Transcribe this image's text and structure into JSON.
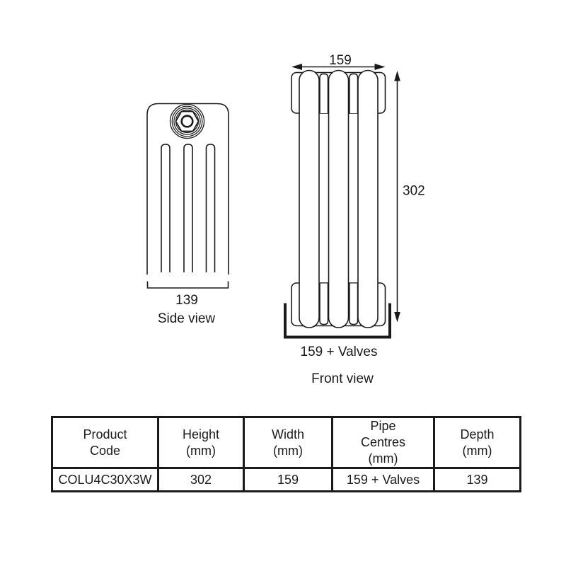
{
  "colors": {
    "line": "#1a1a1a",
    "background": "#ffffff"
  },
  "side_view": {
    "label": "Side view",
    "width_dimension": "139"
  },
  "front_view": {
    "label": "Front view",
    "width_dimension": "159",
    "height_dimension": "302",
    "pipe_centres_dimension": "159 + Valves"
  },
  "spec_table": {
    "headers": [
      "Product\nCode",
      "Height\n(mm)",
      "Width\n(mm)",
      "Pipe\nCentres\n(mm)",
      "Depth\n(mm)"
    ],
    "rows": [
      {
        "product_code": "COLU4C30X3W",
        "height_mm": "302",
        "width_mm": "159",
        "pipe_centres_mm": "159 + Valves",
        "depth_mm": "139"
      }
    ]
  }
}
